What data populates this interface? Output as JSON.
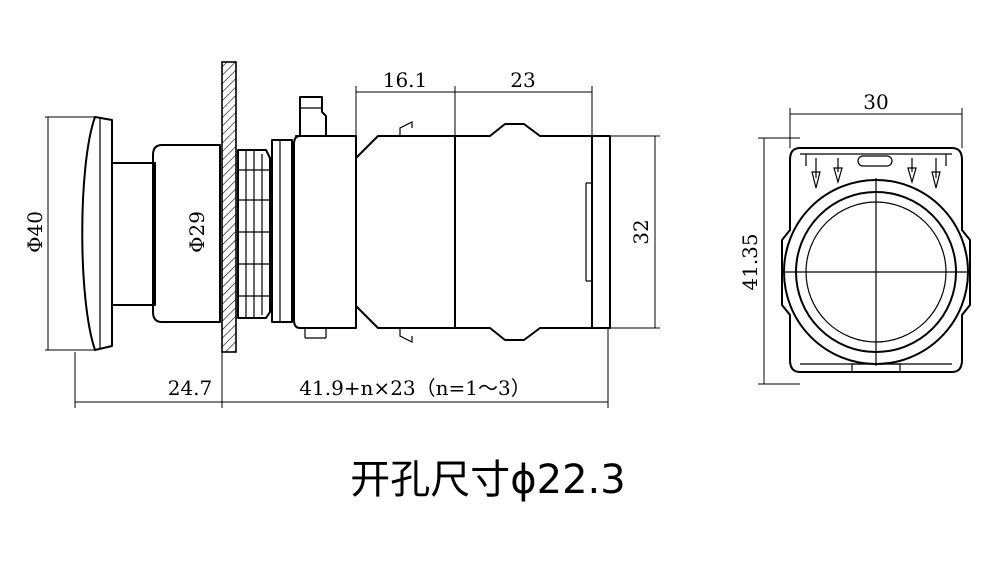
{
  "dimensions": {
    "side_width": "16.1",
    "body_width": "23",
    "body_height": "32",
    "head_diameter": "Φ40",
    "collar_diameter": "Φ29",
    "front_depth": "24.7",
    "rear_depth": "41.9+n×23（n=1～3）",
    "front_width": "30",
    "front_height": "41.35"
  },
  "caption": "开孔尺寸ϕ22.3"
}
